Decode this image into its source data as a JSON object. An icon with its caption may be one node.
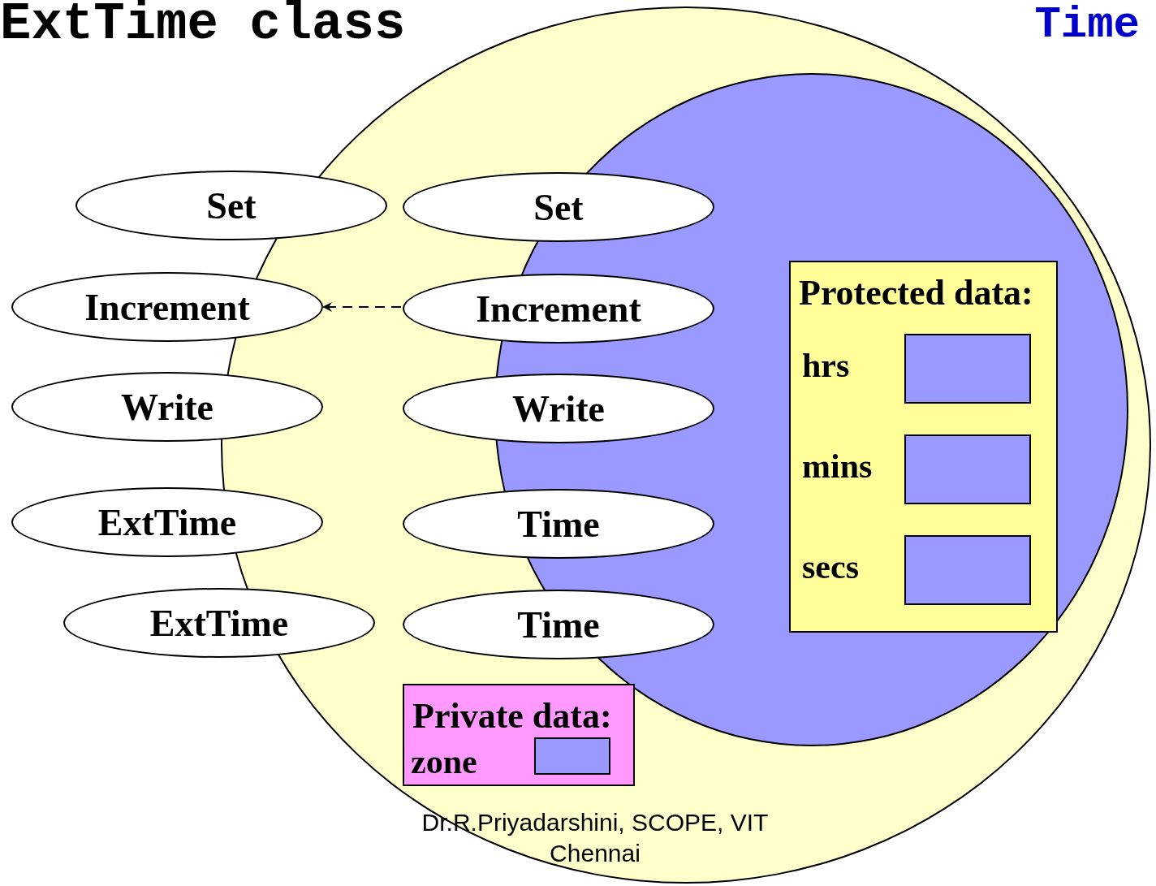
{
  "diagram": {
    "title": "ExtTime class",
    "nodes": [
      {
        "text": [],
        "shape": "circle"
      },
      {
        "text": [],
        "shape": "circle",
        "in": 0
      },
      {
        "text": [
          "Set"
        ]
      },
      {
        "text": [
          "Set"
        ],
        "in": 0
      },
      {
        "text": [
          "Increment"
        ]
      },
      {
        "text": [
          "Increment"
        ],
        "in": 0
      },
      {
        "text": [
          "Write"
        ]
      },
      {
        "text": [
          "Write"
        ],
        "in": 0
      },
      {
        "text": [
          "ExtTime"
        ]
      },
      {
        "text": [
          "Time"
        ],
        "in": 0
      },
      {
        "text": [
          "ExtTime"
        ]
      },
      {
        "text": [
          "Time"
        ],
        "in": 0
      },
      {
        "text": [
          "Protected data:"
        ],
        "in": 1
      },
      {
        "text": [],
        "shape": "box",
        "beside": [
          "hrs"
        ],
        "in": 12
      },
      {
        "text": [],
        "shape": "box",
        "beside": [
          "mins"
        ],
        "in": 12
      },
      {
        "text": [],
        "shape": "box",
        "beside": [
          "secs"
        ],
        "in": 12
      },
      {
        "text": [
          "Private data:"
        ],
        "in": 0
      },
      {
        "text": [],
        "shape": "box",
        "beside": [
          "zone"
        ],
        "in": 16
      }
    ],
    "edges": [
      {
        "from": 5,
        "to": 4,
        "arrow": "to",
        "style": "dashed"
      }
    ],
    "labels": [
      "Time",
      "Dr.R.Priyadarshini, SCOPE, VIT Chennai"
    ]
  }
}
